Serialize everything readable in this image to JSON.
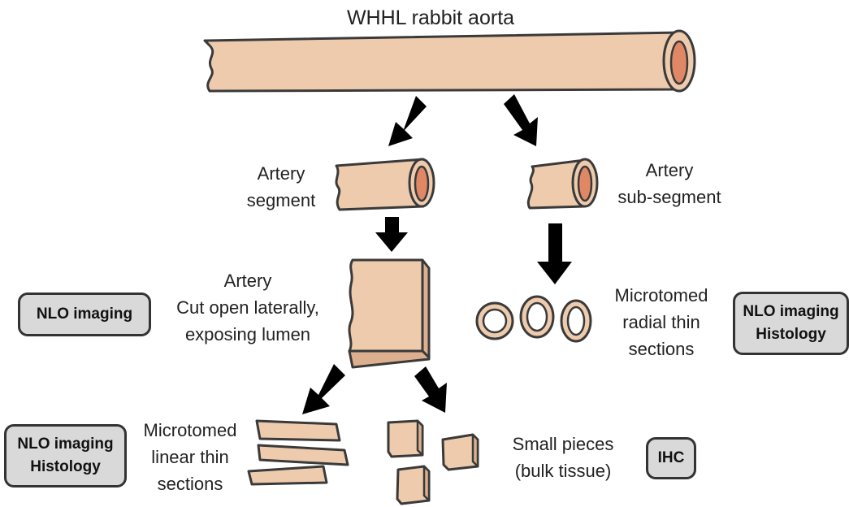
{
  "title": "WHHL rabbit aorta",
  "labels": {
    "artery_segment": [
      "Artery",
      "segment"
    ],
    "artery_subsegment": [
      "Artery",
      "sub-segment"
    ],
    "artery_cut_open": [
      "Artery",
      "Cut open laterally,",
      "exposing lumen"
    ],
    "radial_sections": [
      "Microtomed",
      "radial thin",
      "sections"
    ],
    "linear_sections": [
      "Microtomed",
      "linear thin",
      "sections"
    ],
    "small_pieces": [
      "Small pieces",
      "(bulk tissue)"
    ]
  },
  "boxes": {
    "nlo_left": [
      "NLO imaging"
    ],
    "nlo_histology_right": [
      "NLO imaging",
      "Histology"
    ],
    "nlo_histology_bottom_left": [
      "NLO imaging",
      "Histology"
    ],
    "ihc": [
      "IHC"
    ]
  },
  "colors": {
    "tissue": "#eecbad",
    "tissue_edge": "#dcb08f",
    "lumen": "#e08866",
    "outline": "#3a3a3a",
    "arrow": "#000000",
    "box_fill": "#d9d9d9"
  }
}
